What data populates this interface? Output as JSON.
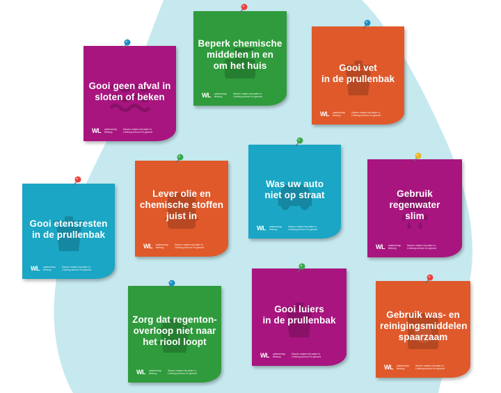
{
  "background": {
    "drop_color": "#c6e9ef"
  },
  "logo": {
    "mark": "WL",
    "org": "waterschap limburg",
    "slogan": "Samen maken wij water in Limburg schoon en gezond"
  },
  "notes": [
    {
      "id": "afval-sloten",
      "lines": [
        "Gooi geen afval in",
        "sloten of beken"
      ],
      "color": "#a8157f",
      "pin": "#1a8fc6",
      "icon": "waves-icon"
    },
    {
      "id": "chemische-middelen",
      "lines": [
        "Beperk chemische",
        "middelen in en",
        "om het huis"
      ],
      "color": "#2f9b3c",
      "pin": "#e8433f",
      "icon": "spray-bottle-icon"
    },
    {
      "id": "vet-prullenbak",
      "lines": [
        "Gooi vet",
        "in de prullenbak"
      ],
      "color": "#e0592a",
      "pin": "#1a8fc6",
      "icon": "trash-bin-icon"
    },
    {
      "id": "etensresten",
      "lines": [
        "Gooi etensresten",
        "in de prullenbak"
      ],
      "color": "#1aa6c4",
      "pin": "#e8433f",
      "icon": "trash-bin-icon"
    },
    {
      "id": "olie-chemische-stoffen",
      "lines": [
        "Lever olie en",
        "chemische stoffen",
        "juist in"
      ],
      "color": "#e0592a",
      "pin": "#3aa84a",
      "icon": "oil-barrel-icon"
    },
    {
      "id": "auto-wassen",
      "lines": [
        "Was uw auto",
        "niet op straat"
      ],
      "color": "#1aa6c4",
      "pin": "#3aa84a",
      "icon": "car-icon"
    },
    {
      "id": "regenwater",
      "lines": [
        "Gebruik regenwater",
        "slim"
      ],
      "color": "#a8157f",
      "pin": "#e8b52a",
      "icon": "rain-cloud-icon"
    },
    {
      "id": "regenton",
      "lines": [
        "Zorg dat regenton-",
        "overloop niet naar",
        "het riool loopt"
      ],
      "color": "#2f9b3c",
      "pin": "#1a8fc6",
      "icon": "rain-barrel-icon"
    },
    {
      "id": "luiers",
      "lines": [
        "Gooi luiers",
        "in de prullenbak"
      ],
      "color": "#a8157f",
      "pin": "#3aa84a",
      "icon": "trash-bin-icon"
    },
    {
      "id": "was-middelen",
      "lines": [
        "Gebruik was- en",
        "reinigingsmiddelen",
        "spaarzaam"
      ],
      "color": "#e0592a",
      "pin": "#e8433f",
      "icon": "washing-machine-icon"
    }
  ]
}
